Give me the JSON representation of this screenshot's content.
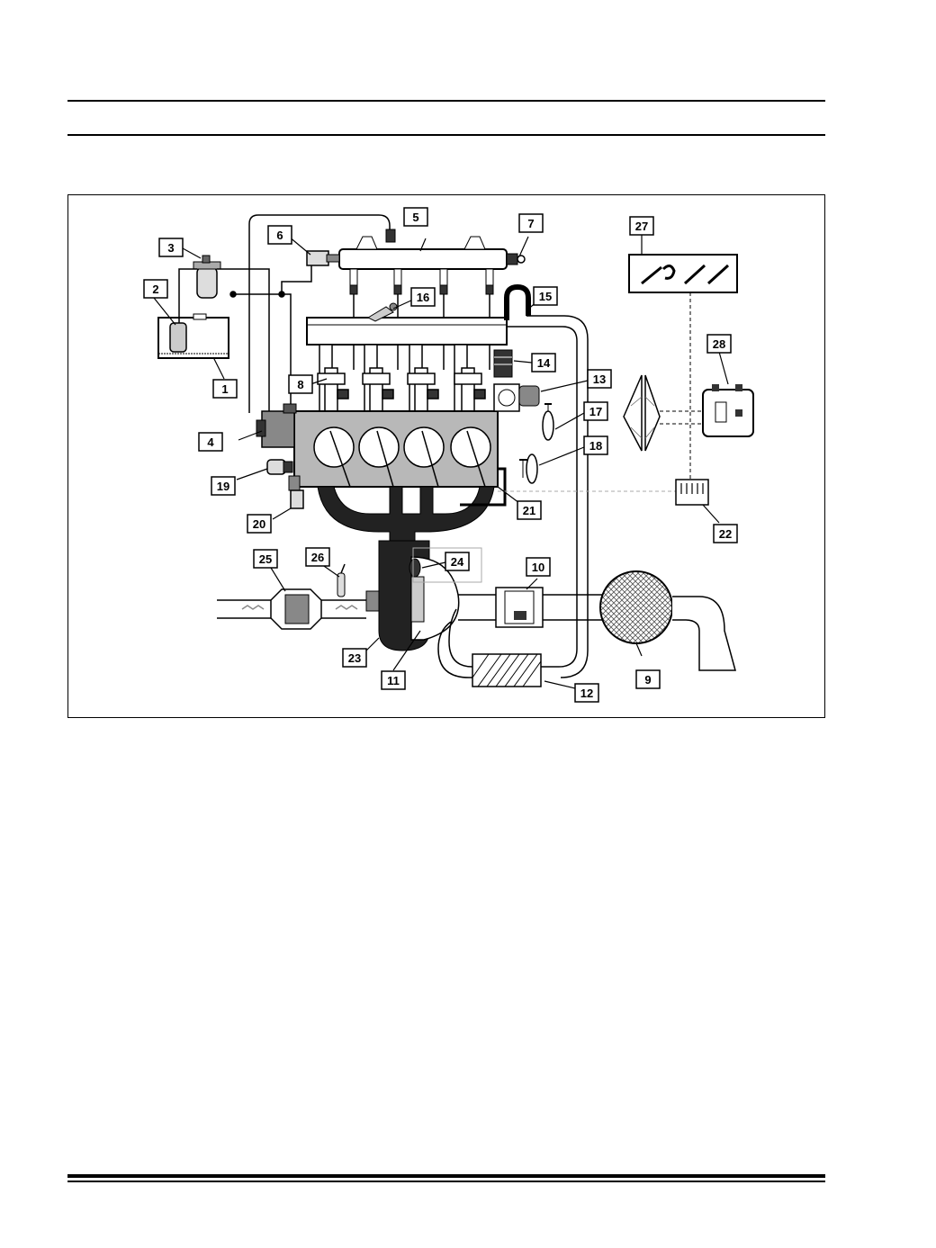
{
  "callouts": [
    {
      "label": "1"
    },
    {
      "label": "2"
    },
    {
      "label": "3"
    },
    {
      "label": "4"
    },
    {
      "label": "5"
    },
    {
      "label": "6"
    },
    {
      "label": "7"
    },
    {
      "label": "8"
    },
    {
      "label": "9"
    },
    {
      "label": "10"
    },
    {
      "label": "11"
    },
    {
      "label": "12"
    },
    {
      "label": "13"
    },
    {
      "label": "14"
    },
    {
      "label": "15"
    },
    {
      "label": "16"
    },
    {
      "label": "17"
    },
    {
      "label": "18"
    },
    {
      "label": "19"
    },
    {
      "label": "20"
    },
    {
      "label": "21"
    },
    {
      "label": "22"
    },
    {
      "label": "23"
    },
    {
      "label": "24"
    },
    {
      "label": "25"
    },
    {
      "label": "26"
    },
    {
      "label": "27"
    },
    {
      "label": "28"
    }
  ],
  "colors": {
    "stroke": "#000000",
    "pipe_fill": "#ffffff",
    "block_fill": "#b8b8b8",
    "manifold_fill": "#222222",
    "component_gray": "#888888"
  }
}
